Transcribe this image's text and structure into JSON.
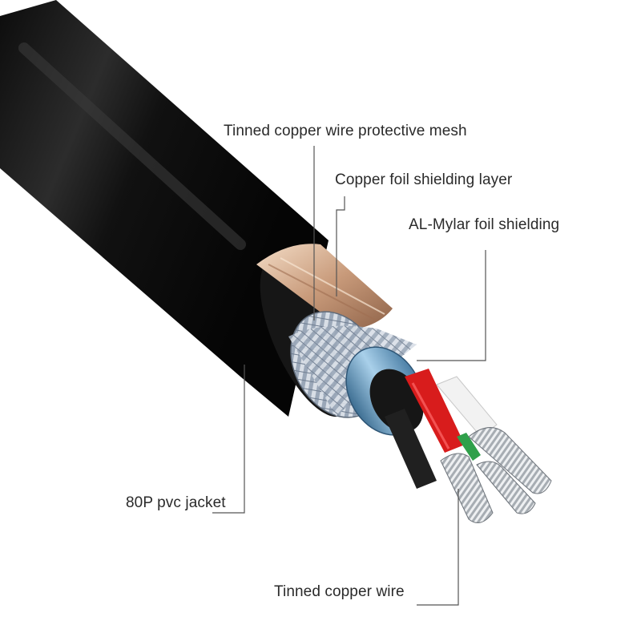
{
  "labels": {
    "mesh": "Tinned copper wire protective mesh",
    "copper_foil": "Copper foil shielding layer",
    "mylar": "AL-Mylar foil shielding",
    "jacket": "80P pvc jacket",
    "wire": "Tinned copper wire"
  },
  "colors": {
    "jacket": "#1b1b1b",
    "copper_foil": "#d9b79c",
    "braid": "#bcc6d2",
    "mylar_foil": "#6d9fc0",
    "red_conductor": "#d81c1c",
    "white_conductor": "#f2f2f2",
    "green_conductor": "#2fa04a",
    "tinned_wire": "#c9ccd0",
    "leader_line": "#555555"
  }
}
